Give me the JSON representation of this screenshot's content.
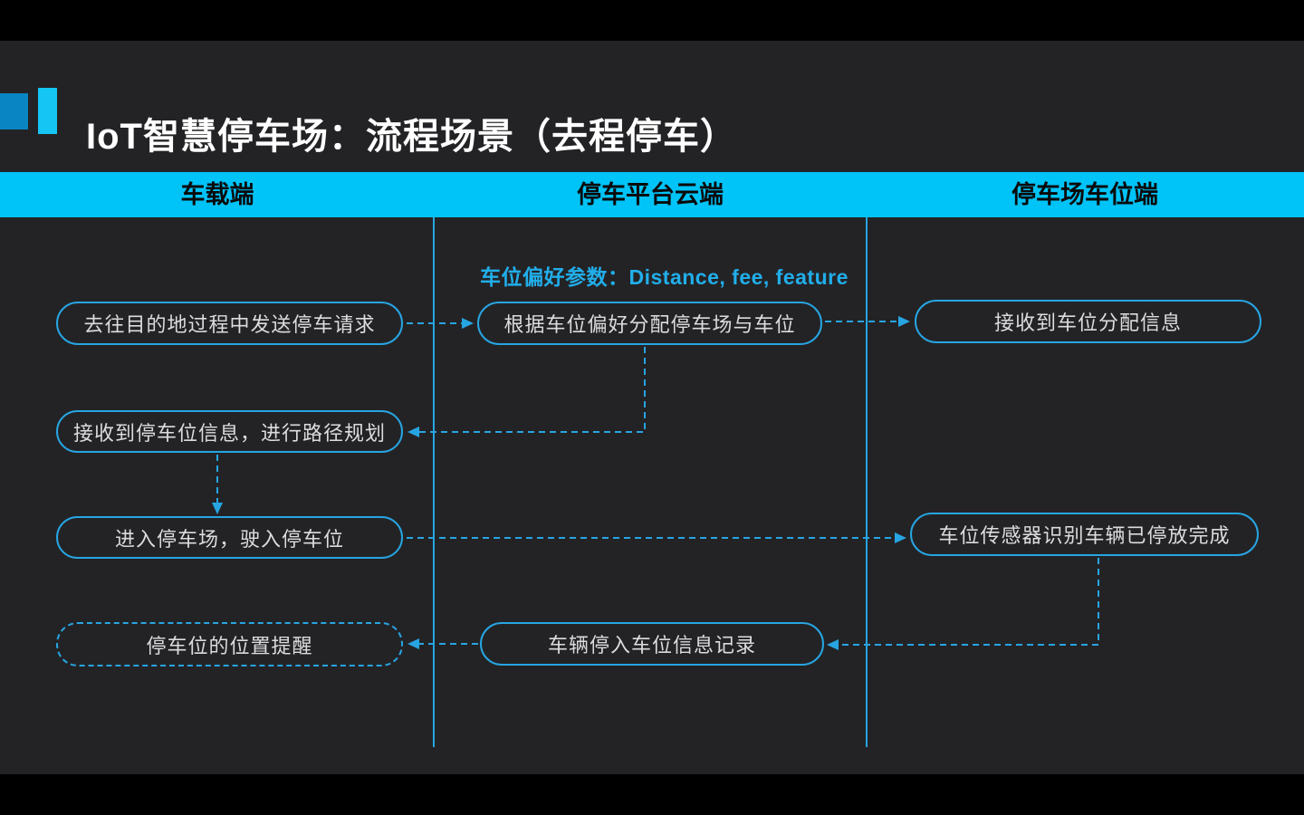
{
  "title": {
    "text": "IoT智慧停车场：流程场景（去程停车）"
  },
  "lanes": [
    {
      "label": "车载端"
    },
    {
      "label": "停车平台云端"
    },
    {
      "label": "停车场车位端"
    }
  ],
  "annotation": {
    "text": "车位偏好参数：Distance, fee, feature"
  },
  "nodes": [
    {
      "label": "去往目的地过程中发送停车请求"
    },
    {
      "label": "根据车位偏好分配停车场与车位"
    },
    {
      "label": "接收到车位分配信息"
    },
    {
      "label": "接收到停车位信息，进行路径规划"
    },
    {
      "label": "进入停车场，驶入停车位"
    },
    {
      "label": "车位传感器识别车辆已停放完成"
    },
    {
      "label": "停车位的位置提醒"
    },
    {
      "label": "车辆停入车位信息记录"
    }
  ],
  "colors": {
    "frame_bg": "#000000",
    "slide_bg": "#232326",
    "accent_line": "#27a5e2",
    "lane_bar": "#00c3f7",
    "annotation_text": "#21aeea",
    "title_square_dark": "#0a85c3",
    "title_square_light": "#15c6f4",
    "node_text": "#dcdcdd",
    "lane_label_text": "#0a0a0a",
    "title_text": "#ffffff"
  }
}
